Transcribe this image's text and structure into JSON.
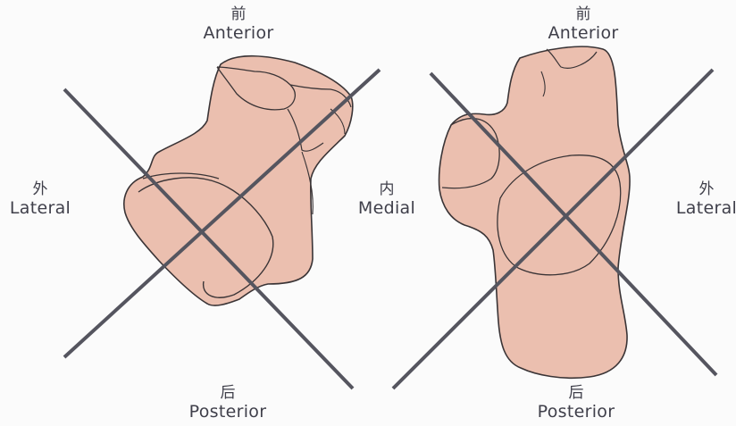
{
  "left_figure": {
    "anterior": {
      "cn": "前",
      "en": "Anterior"
    },
    "posterior": {
      "cn": "后",
      "en": "Posterior"
    },
    "lateral": {
      "cn": "外",
      "en": "Lateral"
    },
    "medial": {
      "cn": "内",
      "en": "Medial"
    }
  },
  "right_figure": {
    "anterior": {
      "cn": "前",
      "en": "Anterior"
    },
    "posterior": {
      "cn": "后",
      "en": "Posterior"
    },
    "lateral": {
      "cn": "外",
      "en": "Lateral"
    }
  },
  "colors": {
    "bone_fill": "#ebbfaf",
    "outline": "#3a3436",
    "axis_line": "#55555f",
    "label_text": "#3f3f4a",
    "background": "#fbfbfb"
  }
}
